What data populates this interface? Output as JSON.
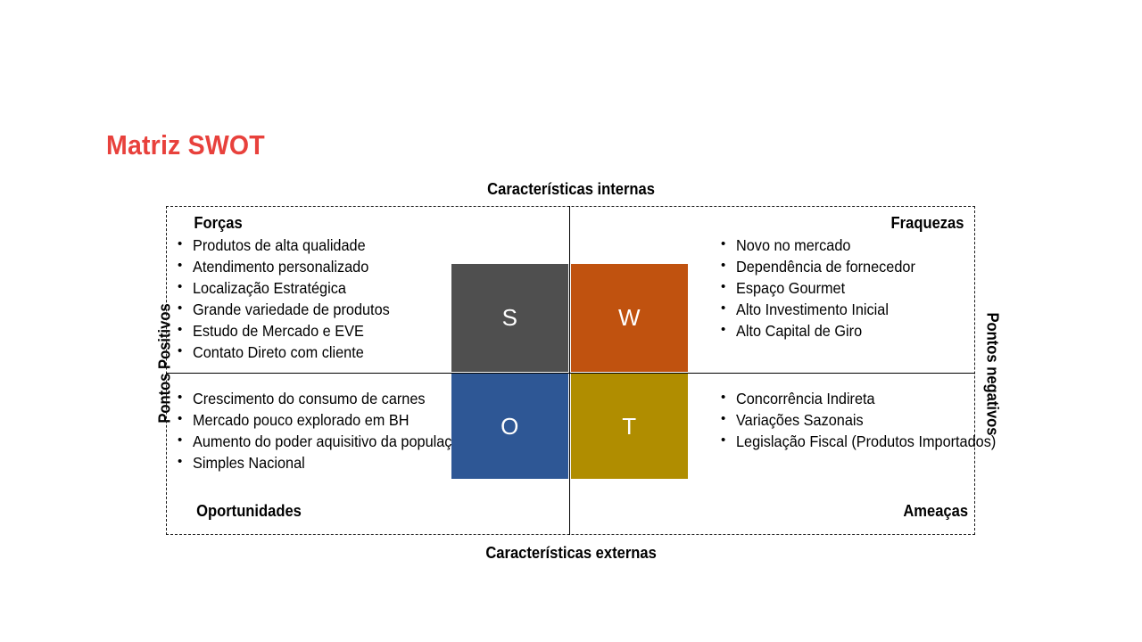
{
  "title": "Matriz SWOT",
  "colors": {
    "title_red": "#E8413C",
    "strengths_tile": "#4F4F4F",
    "weaknesses_tile": "#C0520F",
    "opportunities_tile": "#2E5795",
    "threats_tile": "#B08D00",
    "line": "#000000"
  },
  "axes": {
    "top": "Características internas",
    "bottom": "Características externas",
    "left": "Pontos Positivos",
    "right": "Pontos negativos"
  },
  "quadrants": {
    "strengths": {
      "heading": "Forças",
      "letter": "S",
      "items": [
        "Produtos de alta qualidade",
        "Atendimento personalizado",
        "Localização Estratégica",
        "Grande variedade de produtos",
        "Estudo de Mercado e EVE",
        "Contato Direto com cliente"
      ]
    },
    "weaknesses": {
      "heading": "Fraquezas",
      "letter": "W",
      "items": [
        "Novo no mercado",
        "Dependência de fornecedor",
        "Espaço Gourmet",
        "Alto Investimento Inicial",
        "Alto Capital de Giro"
      ]
    },
    "opportunities": {
      "heading": "Oportunidades",
      "letter": "O",
      "items": [
        "Crescimento do consumo de carnes",
        "Mercado pouco explorado em BH",
        "Aumento do poder aquisitivo da população;",
        "Simples Nacional"
      ]
    },
    "threats": {
      "heading": "Ameaças",
      "letter": "T",
      "items": [
        "Concorrência Indireta",
        "Variações Sazonais",
        "Legislação Fiscal (Produtos Importados)"
      ]
    }
  }
}
